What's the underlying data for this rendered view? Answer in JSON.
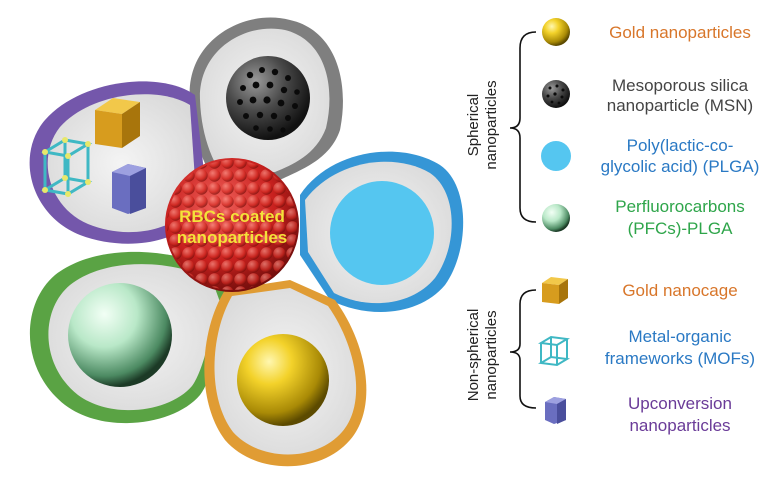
{
  "center": {
    "line1": "RBCs coated",
    "line2": "nanoparticles"
  },
  "groups": {
    "spherical": {
      "line1": "Spherical",
      "line2": "nanoparticles"
    },
    "non_spherical": {
      "line1": "Non-spherical",
      "line2": "nanoparticles"
    }
  },
  "legend": {
    "gold_np": {
      "line1": "Gold nanoparticles",
      "color": "#d8762a"
    },
    "msn": {
      "line1": "Mesoporous silica",
      "line2": "nanoparticle (MSN)",
      "color": "#444444"
    },
    "plga": {
      "line1": "Poly(lactic-co-",
      "line2": "glycolic acid) (PLGA)",
      "color": "#2a79c4"
    },
    "pfc": {
      "line1": "Perfluorocarbons",
      "line2": "(PFCs)-PLGA",
      "color": "#2ea54a"
    },
    "gold_cage": {
      "line1": "Gold nanocage",
      "color": "#d8762a"
    },
    "mof": {
      "line1": "Metal-organic",
      "line2": "frameworks (MOFs)",
      "color": "#2a79c4"
    },
    "ucnp": {
      "line1": "Upconversion",
      "line2": "nanoparticles",
      "color": "#6a3b98"
    }
  },
  "colors": {
    "purple_ring": "#7b5bb0",
    "gray_ring": "#8e8e8e",
    "blue_ring": "#3a9ad9",
    "green_ring": "#5fa845",
    "orange_ring": "#e3a23a",
    "red_core": "#c8201e",
    "plga_blue": "#55c6f0"
  },
  "icons": [
    "gold-sphere-icon",
    "msn-sphere-icon",
    "plga-sphere-icon",
    "pfc-sphere-icon",
    "gold-cube-icon",
    "mof-cage-icon",
    "hexagonal-prism-icon"
  ]
}
